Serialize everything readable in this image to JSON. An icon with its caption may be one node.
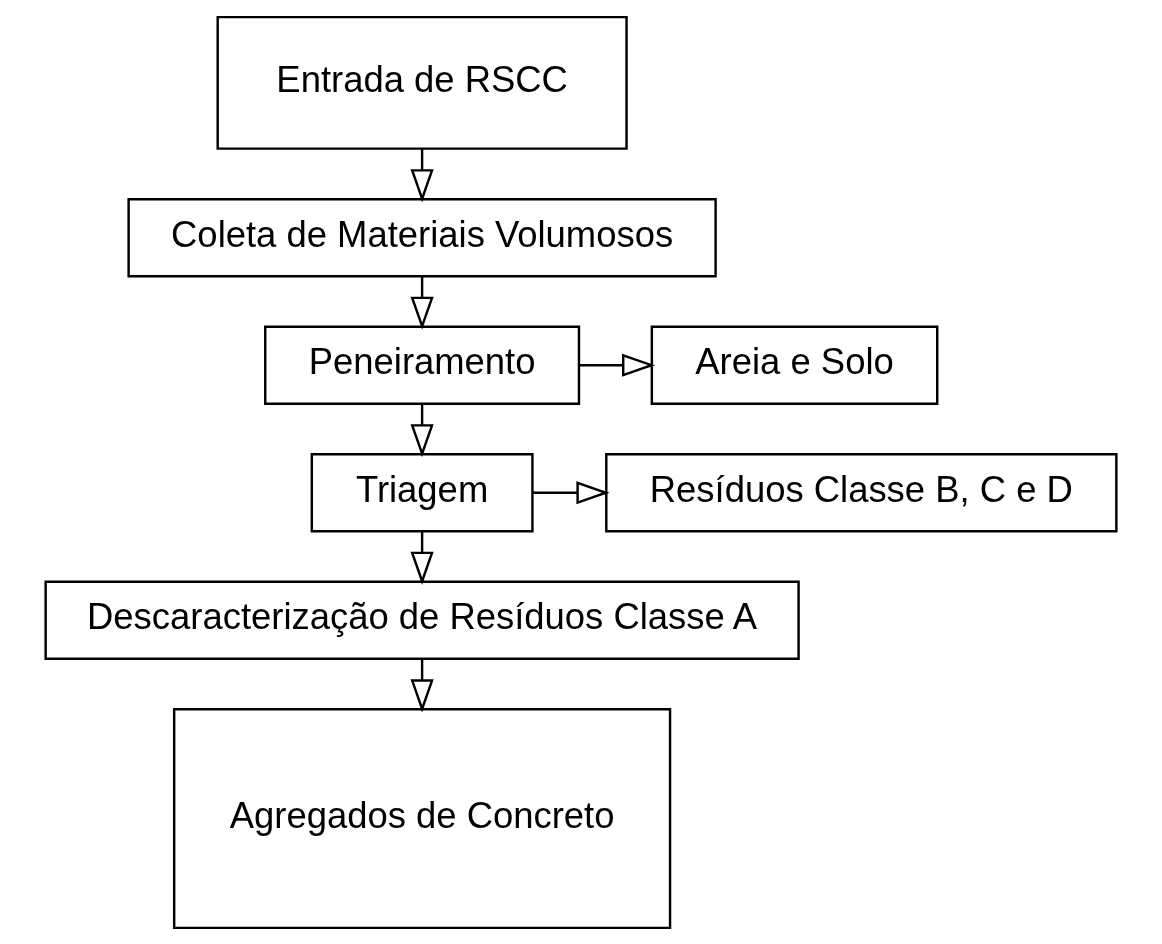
{
  "diagram": {
    "nodes": [
      {
        "text": [
          "Entrada de RSCC"
        ]
      },
      {
        "text": [
          "Coleta de Materiais Volumosos"
        ]
      },
      {
        "text": [
          "Peneiramento"
        ]
      },
      {
        "text": [
          "Areia e Solo"
        ]
      },
      {
        "text": [
          "Resíduos Classe B, C e D"
        ]
      },
      {
        "text": [
          "Triagem"
        ]
      },
      {
        "text": [
          "Descaracterização de Resíduos Classe A"
        ]
      },
      {
        "text": [
          "Agregados de Concreto"
        ]
      }
    ],
    "edges": [
      {
        "from": 0,
        "to": 1,
        "arrow": "to"
      },
      {
        "from": 1,
        "to": 2,
        "arrow": "to"
      },
      {
        "from": 2,
        "to": 3,
        "arrow": "to"
      },
      {
        "from": 2,
        "to": 5,
        "arrow": "to"
      },
      {
        "from": 5,
        "to": 4,
        "arrow": "to"
      },
      {
        "from": 5,
        "to": 6,
        "arrow": "to"
      },
      {
        "from": 6,
        "to": 7,
        "arrow": "to"
      }
    ]
  }
}
